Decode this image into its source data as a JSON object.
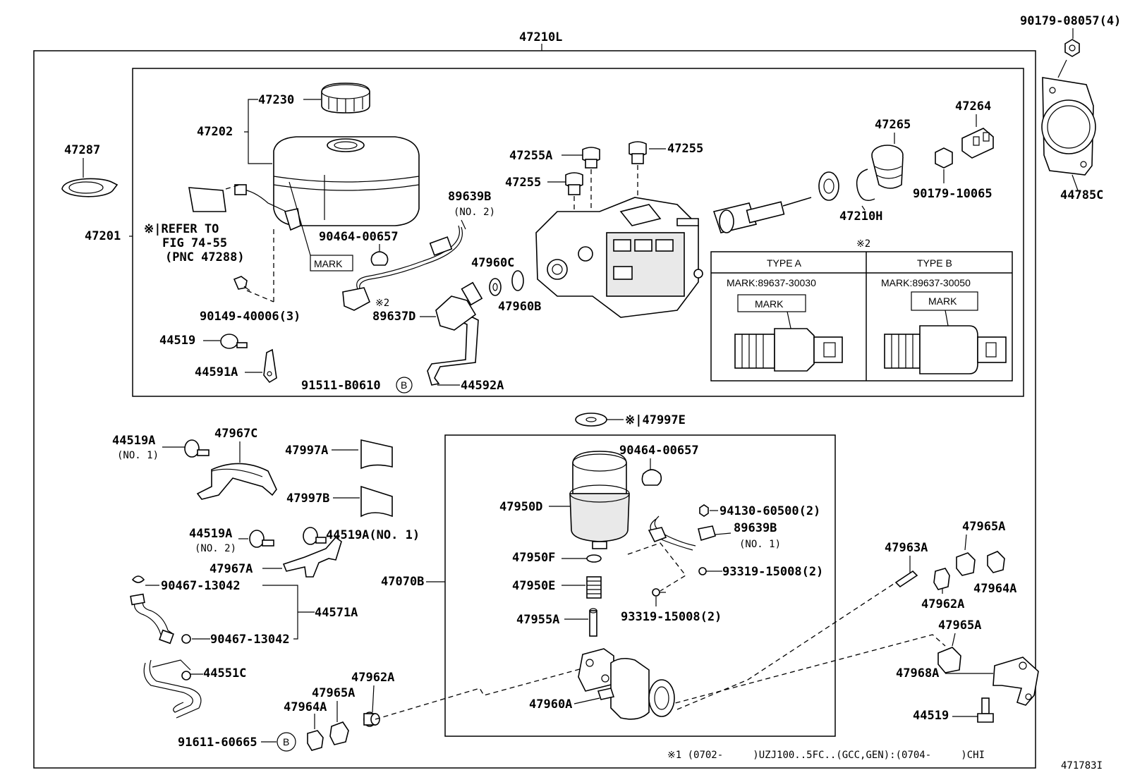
{
  "corner_label": "90179-08057(4)",
  "footer_code": "471783I",
  "footnote": "※1 (0702-     )UZJ100..5FC..(GCC,GEN):(0704-     )CHI",
  "assembly_label": "47210L",
  "parts": {
    "p47230": "47230",
    "p47202": "47202",
    "p47287": "47287",
    "p47201": "47201",
    "refer_line1": "※|REFER TO",
    "refer_line2": "FIG 74-55",
    "refer_line3": "(PNC 47288)",
    "mark_box": "MARK",
    "p90464_top": "90464-00657",
    "p90149": "90149-40006(3)",
    "p44519_top": "44519",
    "p44591A": "44591A",
    "p91511": "91511-B0610",
    "b_circle": "B",
    "p44592A": "44592A",
    "p89639B_top": "89639B",
    "no2_top": "(NO. 2)",
    "p47960C": "47960C",
    "p47960B": "47960B",
    "note2_small": "※2",
    "p89637D": "89637D",
    "p47255A": "47255A",
    "p47255_right": "47255",
    "p47255_left": "47255",
    "p47265": "47265",
    "p47264": "47264",
    "p90179_10065": "90179-10065",
    "p47210H": "47210H",
    "p44785C": "44785C",
    "note2_table": "※2",
    "p47997E": "※|47997E",
    "p44519A_no1": "44519A",
    "no1_a": "(NO. 1)",
    "p47967C": "47967C",
    "p47997A": "47997A",
    "p47997B": "47997B",
    "p44519A_no2": "44519A",
    "no2_b": "(NO. 2)",
    "p44519A_right": "44519A(NO. 1)",
    "p47967A": "47967A",
    "p90467_a": "90467-13042",
    "p44571A": "44571A",
    "p90467_b": "90467-13042",
    "p44551C": "44551C",
    "p47070B": "47070B",
    "p47962A_left": "47962A",
    "p47965A_left": "47965A",
    "p47964A_left": "47964A",
    "p91611": "91611-60665",
    "p90464_mid": "90464-00657",
    "p47950D": "47950D",
    "p94130": "94130-60500(2)",
    "p89639B_mid": "89639B",
    "no1_mid": "(NO. 1)",
    "p47950F": "47950F",
    "p93319_a": "93319-15008(2)",
    "p47950E": "47950E",
    "p93319_b": "93319-15008(2)",
    "p47955A": "47955A",
    "p47960A": "47960A",
    "p47965A_r1": "47965A",
    "p47963A": "47963A",
    "p47962A_right": "47962A",
    "p47964A_right": "47964A",
    "p47965A_r2": "47965A",
    "p47968A": "47968A",
    "p44519_bottom": "44519"
  },
  "type_table": {
    "type_a": "TYPE A",
    "type_b": "TYPE B",
    "mark_a": "MARK:89637-30030",
    "mark_b": "MARK:89637-30050",
    "mark_label_a": "MARK",
    "mark_label_b": "MARK"
  }
}
